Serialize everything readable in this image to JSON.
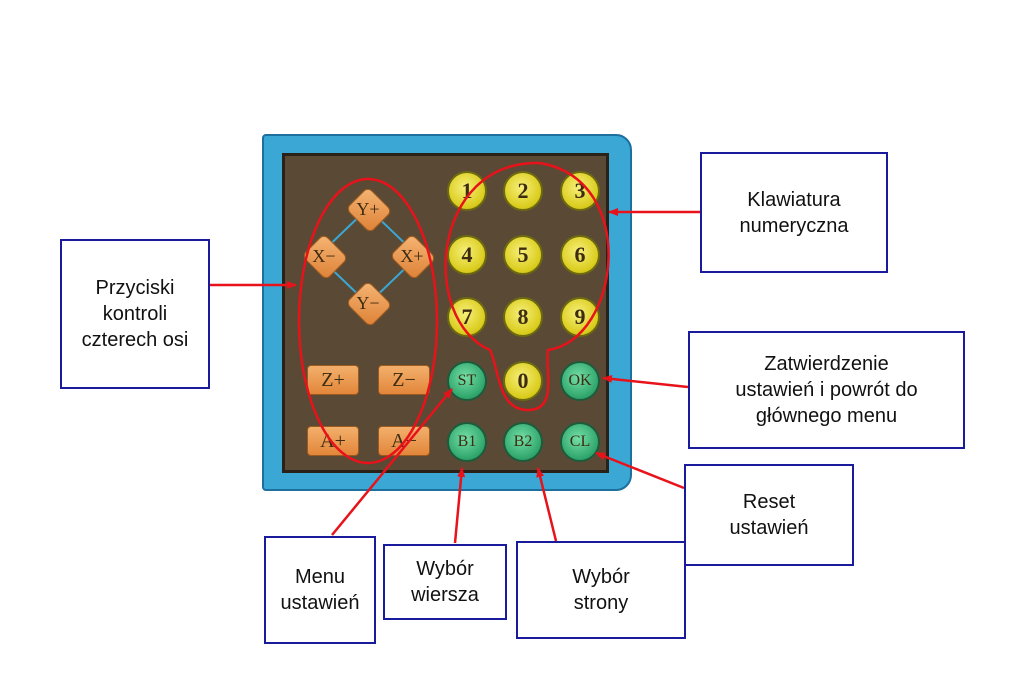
{
  "keypad": {
    "axis_keys": [
      "Y+",
      "X−",
      "X+",
      "Y−"
    ],
    "z_plus": "Z+",
    "z_minus": "Z−",
    "a_plus": "A+",
    "a_minus": "A−",
    "numbers": [
      "1",
      "2",
      "3",
      "4",
      "5",
      "6",
      "7",
      "8",
      "9",
      "0"
    ],
    "st": "ST",
    "ok": "OK",
    "b1": "B1",
    "b2": "B2",
    "cl": "CL"
  },
  "labels": {
    "axes": "Przyciski\nkontroli\nczterech osi",
    "numeric": "Klawiatura\nnumeryczna",
    "confirm": "Zatwierdzenie\nustawień i powrót do\ngłównego menu",
    "reset": "Reset\nustawień",
    "menu": "Menu\nustawień",
    "row": "Wybór\nwiersza",
    "page": "Wybór\nstrony"
  },
  "colors": {
    "annotation": "#e8121b",
    "callout_border": "#1a1a9c",
    "device_frame": "#3aa7d4",
    "panel": "#5a4a35",
    "orange_key": "#e6913f",
    "yellow_key": "#e0d42a",
    "green_key": "#36b475"
  }
}
